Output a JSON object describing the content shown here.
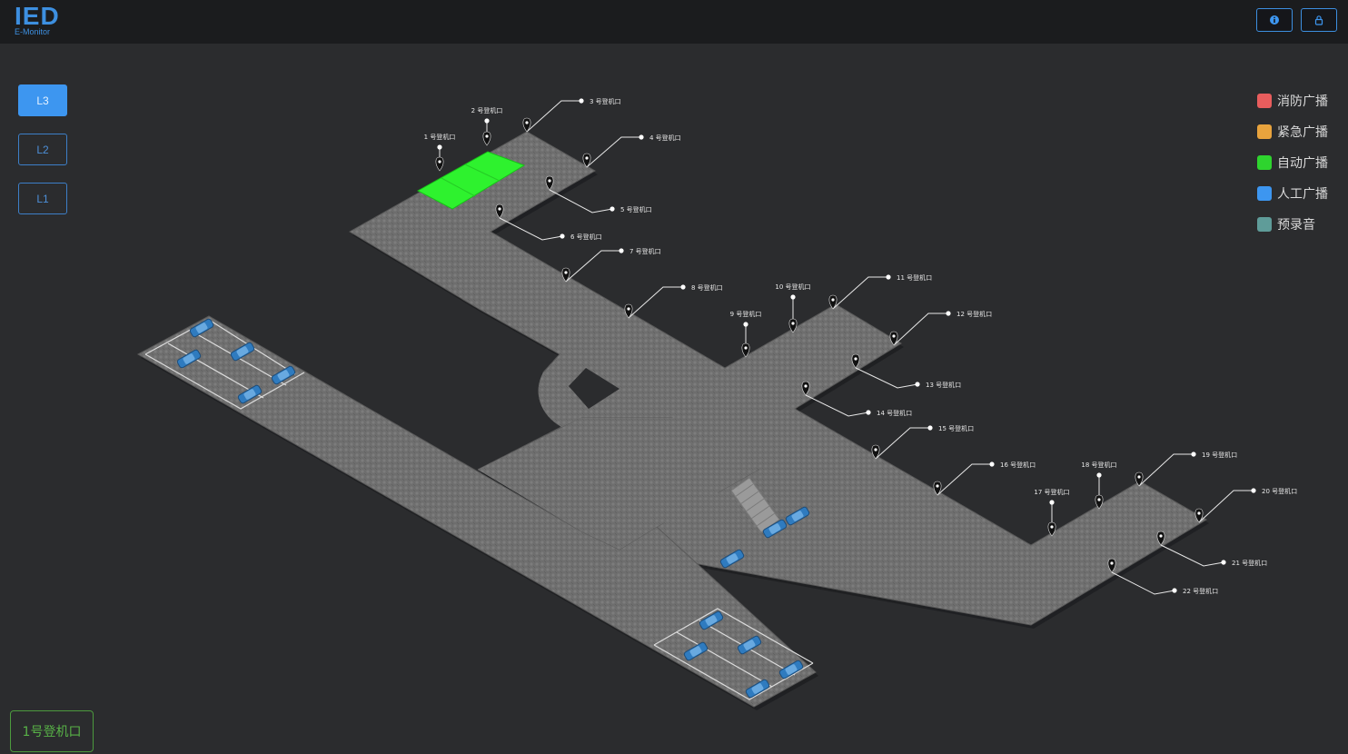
{
  "header": {
    "logo_main": "IED",
    "logo_sub": "E-Monitor",
    "info_button_icon": "info-icon",
    "lock_button_icon": "lock-icon"
  },
  "floors": [
    {
      "label": "L3",
      "active": true
    },
    {
      "label": "L2",
      "active": false
    },
    {
      "label": "L1",
      "active": false
    }
  ],
  "legend": [
    {
      "label": "消防广播",
      "color": "#e85d5d"
    },
    {
      "label": "紧急广播",
      "color": "#e8a33d"
    },
    {
      "label": "自动广播",
      "color": "#2ed42e"
    },
    {
      "label": "人工广播",
      "color": "#3d96f0"
    },
    {
      "label": "预录音",
      "color": "#5f9c99"
    }
  ],
  "selected_gate": "1号登机口",
  "gates": [
    "1 号登机口",
    "2 号登机口",
    "3 号登机口",
    "4 号登机口",
    "5 号登机口",
    "6 号登机口",
    "7 号登机口",
    "8 号登机口",
    "9 号登机口",
    "10 号登机口",
    "11 号登机口",
    "12 号登机口",
    "13 号登机口",
    "14 号登机口",
    "15 号登机口",
    "16 号登机口",
    "17 号登机口",
    "18 号登机口",
    "19 号登机口",
    "20 号登机口",
    "21 号登机口",
    "22 号登机口"
  ],
  "colors": {
    "floor": "#6f6f6f",
    "floor_edge": "#5a5a5a",
    "highlight": "#2ef22e",
    "car": "#2f7bbf",
    "accent": "#3d96f0"
  }
}
